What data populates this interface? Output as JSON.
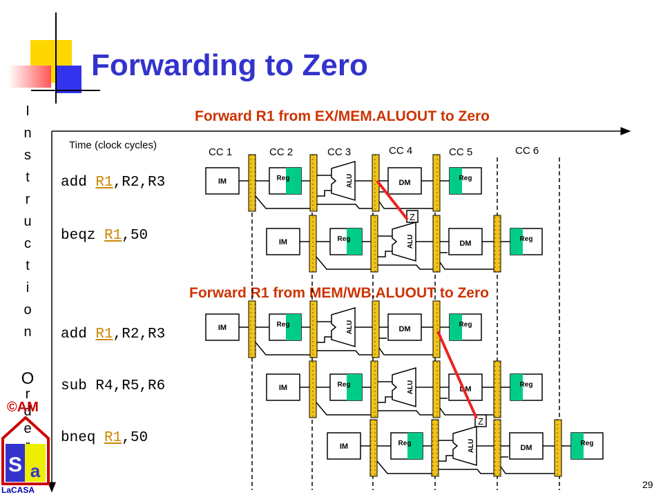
{
  "title": "Forwarding to Zero",
  "subtitle_top": "Forward R1 from EX/MEM.ALUOUT to Zero",
  "subtitle_bottom": "Forward R1 from MEM/WB.ALUOUT to Zero",
  "time_axis_label": "Time (clock cycles)",
  "y_axis_label": "Instruction Order",
  "y_axis_letters": [
    "I",
    "n",
    "s",
    "t",
    "r",
    "u",
    "c",
    "t",
    "i",
    "o",
    "n",
    "O",
    "r",
    "d",
    "e",
    "r"
  ],
  "clock_cycles": [
    "CC 1",
    "CC 2",
    "CC 3",
    "CC 4",
    "CC 5",
    "CC 6"
  ],
  "stage_labels": {
    "im": "IM",
    "reg": "Reg",
    "alu": "ALU",
    "dm": "DM",
    "zero": "Z"
  },
  "instructions": [
    {
      "pre": "add ",
      "reg": "R1",
      "post": ",R2,R3"
    },
    {
      "pre": "beqz  ",
      "reg": "R1",
      "post": ",50"
    },
    {
      "pre": "add ",
      "reg": "R1",
      "post": ",R2,R3"
    },
    {
      "pre": "sub R4,R5,R6",
      "reg": "",
      "post": ""
    },
    {
      "pre": "bneq  ",
      "reg": "R1",
      "post": ",50"
    }
  ],
  "copyright_mark": "©AM",
  "logo_text": "LaCASA",
  "page_number": "29",
  "colors": {
    "title": "#3333cc",
    "subtitle": "#cc3300",
    "forward_line": "#ee2222",
    "pipeline_register": "#f2c318",
    "reg_highlight": "#00cc88",
    "underline_reg": "#cc8800"
  }
}
